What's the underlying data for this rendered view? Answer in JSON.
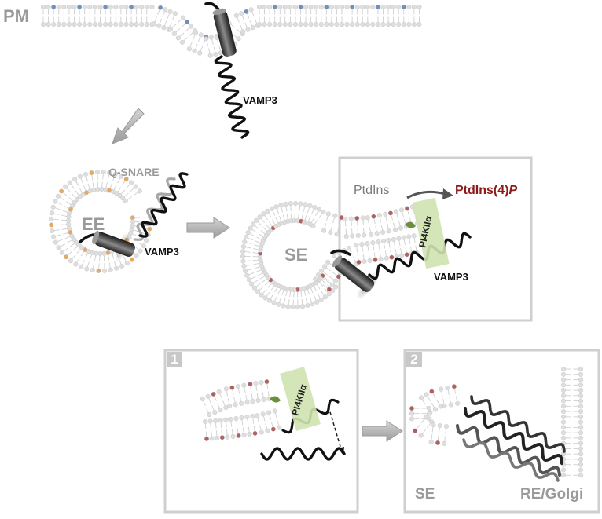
{
  "labels": {
    "pm": "PM",
    "vamp3_top": "VAMP3",
    "q_snare": "Q-SNARE",
    "ee": "EE",
    "vamp3_ee": "VAMP3",
    "se_main": "SE",
    "vamp3_se": "VAMP3",
    "ptdins": "PtdIns",
    "ptdins4p_prefix": "PtdIns(4)",
    "ptdins4p_italic": "P",
    "pi4k_main": "PI4KIIα",
    "pi4k_panel1": "PI4KIIα",
    "se_panel2": "SE",
    "re_golgi": "RE/Golgi"
  },
  "panels": {
    "panel1_number": "1",
    "panel2_number": "2"
  },
  "colors": {
    "panel_border": "#cfcfcf",
    "arrow_grey": "#a8a8a8",
    "lipid_head": "#dedede",
    "lipid_blue": "#7090b8",
    "lipid_orange": "#e8a860",
    "lipid_red": "#b06060",
    "ptdins4p_red": "#8b1a1a",
    "pi4k_green": "#cfe3b0",
    "helix_black": "#111111"
  }
}
